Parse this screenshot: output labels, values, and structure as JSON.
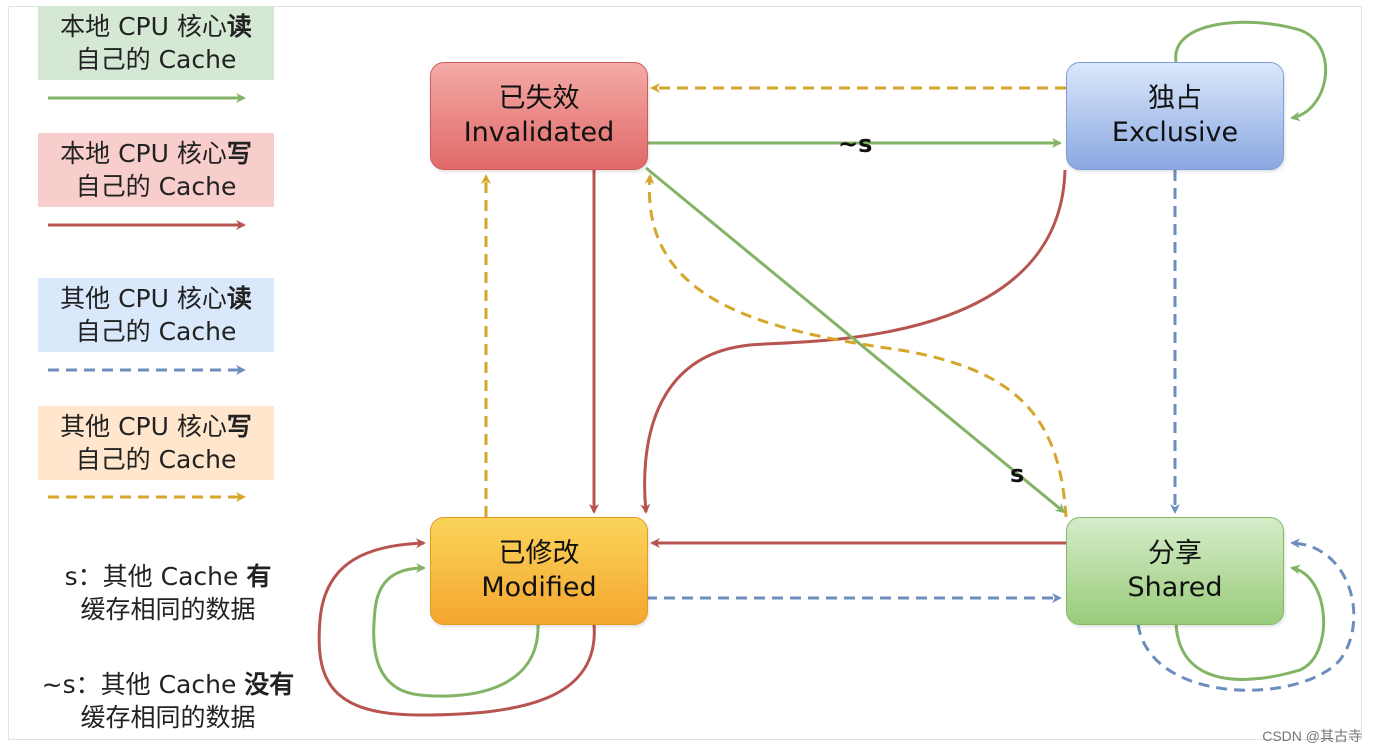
{
  "legend": {
    "green": {
      "line1_prefix": "本地 CPU 核心",
      "line1_bold": "读",
      "line2": "自己的 Cache",
      "color": "#82b366"
    },
    "red": {
      "line1_prefix": "本地 CPU 核心",
      "line1_bold": "写",
      "line2": "自己的 Cache",
      "color": "#b85450"
    },
    "blue": {
      "line1_prefix": "其他 CPU 核心",
      "line1_bold": "读",
      "line2": "自己的 Cache",
      "color": "#6c8ebf"
    },
    "orange": {
      "line1_prefix": "其他 CPU 核心",
      "line1_bold": "写",
      "line2": "自己的 Cache",
      "color": "#d6a62a"
    }
  },
  "notes": {
    "s": {
      "prefix": "s：其他 Cache ",
      "bold": "有",
      "line2": "缓存相同的数据"
    },
    "not_s": {
      "prefix": "~s：其他 Cache ",
      "bold": "没有",
      "line2": "缓存相同的数据"
    }
  },
  "states": {
    "invalid": {
      "cn": "已失效",
      "en": "Invalidated"
    },
    "exclusive": {
      "cn": "独占",
      "en": "Exclusive"
    },
    "modified": {
      "cn": "已修改",
      "en": "Modified"
    },
    "shared": {
      "cn": "分享",
      "en": "Shared"
    }
  },
  "edge_labels": {
    "not_s": "~s",
    "s": "s"
  },
  "watermark": "CSDN @其古寺"
}
